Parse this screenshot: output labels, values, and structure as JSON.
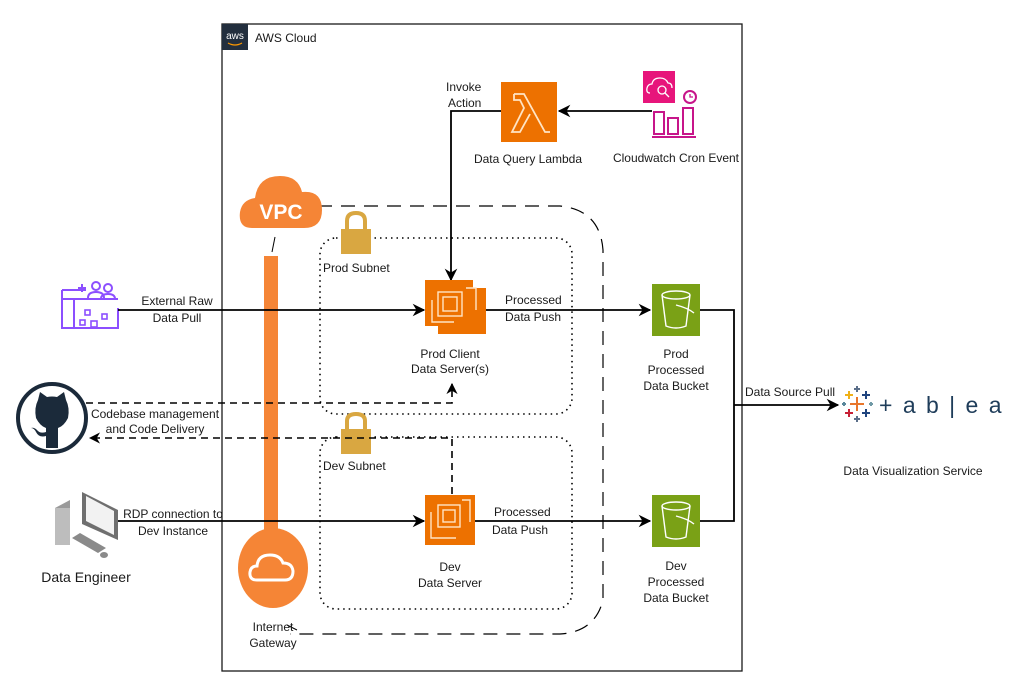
{
  "aws_cloud": {
    "title": "AWS Cloud",
    "logo_text": "aws"
  },
  "vpc": {
    "label": "VPC"
  },
  "lambda": {
    "label": "Data Query Lambda",
    "icon": "lambda-icon"
  },
  "cloudwatch": {
    "label": "Cloudwatch Cron Event",
    "icon": "cloudwatch-icon"
  },
  "invoke": {
    "line1": "Invoke",
    "line2": "Action"
  },
  "prod_subnet": {
    "label": "Prod Subnet"
  },
  "dev_subnet": {
    "label": "Dev Subnet"
  },
  "prod_server": {
    "line1": "Prod Client",
    "line2": "Data Server(s)"
  },
  "dev_server": {
    "line1": "Dev",
    "line2": "Data Server"
  },
  "prod_push": {
    "line1": "Processed",
    "line2": "Data Push"
  },
  "dev_push": {
    "line1": "Processed",
    "line2": "Data Push"
  },
  "prod_bucket": {
    "line1": "Prod",
    "line2": "Processed",
    "line3": "Data Bucket"
  },
  "dev_bucket": {
    "line1": "Dev",
    "line2": "Processed",
    "line3": "Data Bucket"
  },
  "external": {
    "line1": "External Raw",
    "line2": "Data Pull"
  },
  "codebase": {
    "line1": "Codebase management",
    "line2": "and Code Delivery"
  },
  "rdp": {
    "line1": "RDP connection to",
    "line2": "Dev Instance"
  },
  "engineer": {
    "label": "Data Engineer"
  },
  "gateway": {
    "line1": "Internet",
    "line2": "Gateway"
  },
  "source_pull": {
    "label": "Data Source Pull"
  },
  "tableau": {
    "wordmark": "+ a b | e a u",
    "caption": "Data Visualization Service"
  },
  "colors": {
    "aws_orange": "#ED7100",
    "vpc_orange": "#F58536",
    "s3_green": "#7AA116",
    "cloudwatch_pink": "#E7157B",
    "lock_gold": "#D9A741",
    "purple": "#8C4FFF",
    "github_dark": "#1B2A3A",
    "aws_navy": "#232F3E"
  }
}
